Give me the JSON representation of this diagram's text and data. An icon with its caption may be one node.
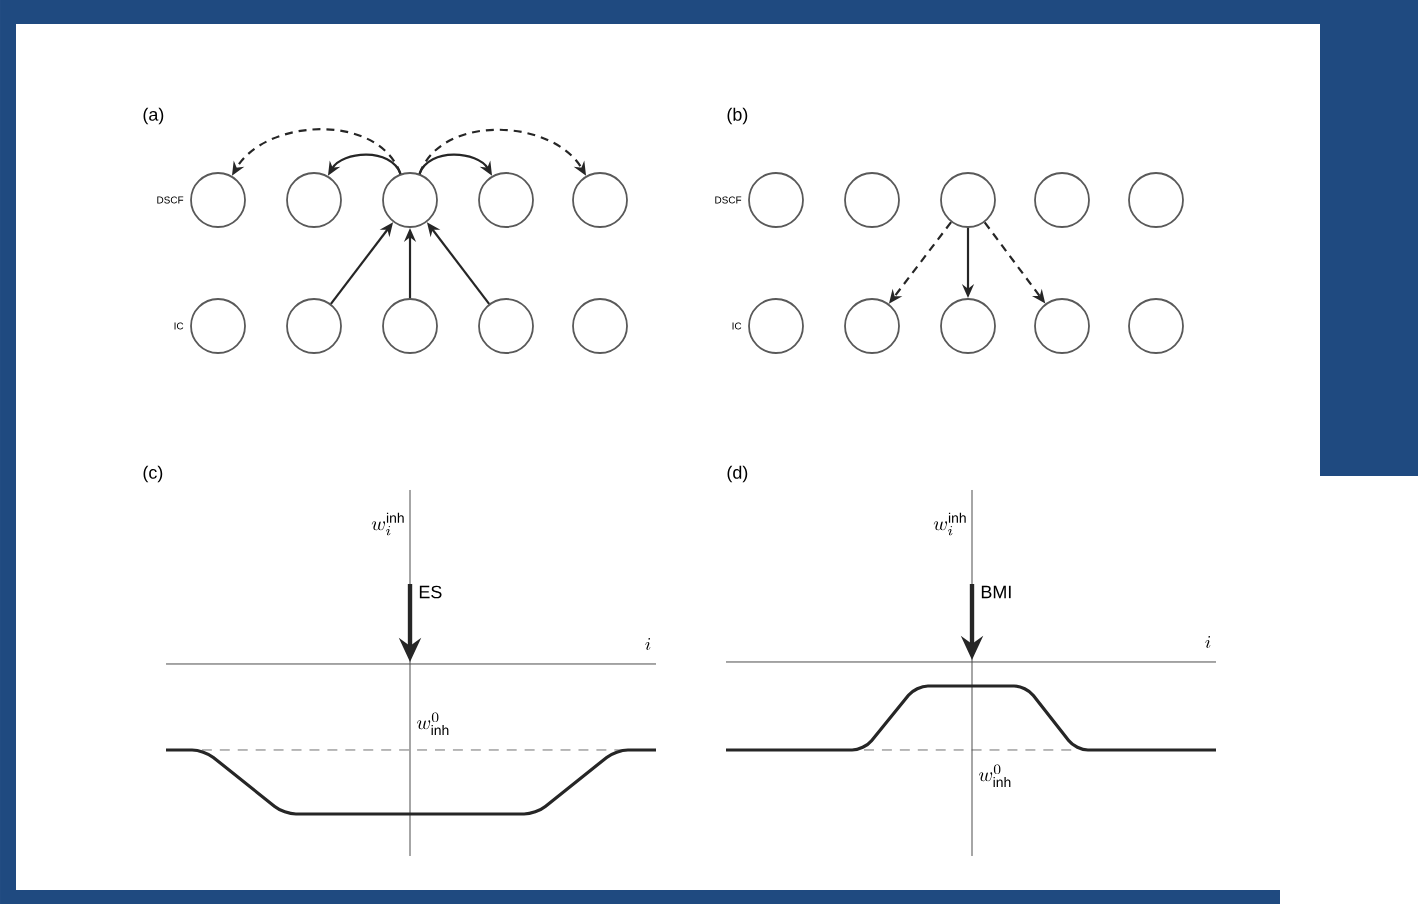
{
  "diagram": {
    "nodes": [
      {
        "text": [],
        "shape": "circle"
      },
      {
        "text": [],
        "shape": "circle"
      },
      {
        "text": [],
        "shape": "circle"
      },
      {
        "text": [],
        "shape": "circle"
      },
      {
        "text": [],
        "shape": "circle"
      },
      {
        "text": [],
        "shape": "circle"
      },
      {
        "text": [],
        "shape": "circle"
      },
      {
        "text": [],
        "shape": "circle"
      },
      {
        "text": [],
        "shape": "circle"
      },
      {
        "text": [],
        "shape": "circle"
      },
      {
        "text": [],
        "shape": "circle"
      },
      {
        "text": [],
        "shape": "circle"
      },
      {
        "text": [],
        "shape": "circle"
      },
      {
        "text": [],
        "shape": "circle"
      },
      {
        "text": [],
        "shape": "circle"
      },
      {
        "text": [],
        "shape": "circle"
      },
      {
        "text": [],
        "shape": "circle"
      },
      {
        "text": [],
        "shape": "circle"
      },
      {
        "text": [],
        "shape": "circle"
      },
      {
        "text": [],
        "shape": "circle"
      }
    ],
    "edges": [
      {
        "from": 2,
        "to": 0,
        "arrow": "to",
        "style": "dashed"
      },
      {
        "from": 2,
        "to": 1,
        "arrow": "to"
      },
      {
        "from": 2,
        "to": 3,
        "arrow": "to"
      },
      {
        "from": 2,
        "to": 4,
        "arrow": "to",
        "style": "dashed"
      },
      {
        "from": 11,
        "to": 2,
        "arrow": "to"
      },
      {
        "from": 12,
        "to": 2,
        "arrow": "to"
      },
      {
        "from": 13,
        "to": 2,
        "arrow": "to"
      },
      {
        "from": 7,
        "to": 16,
        "arrow": "to",
        "style": "dashed"
      },
      {
        "from": 7,
        "to": 17,
        "arrow": "to"
      },
      {
        "from": 7,
        "to": 18,
        "arrow": "to",
        "style": "dashed"
      }
    ],
    "labels": [
      "(a)",
      "(b)",
      "DSCF",
      "DSCF",
      "IC",
      "IC",
      "(c)",
      "(d)",
      "w_i^{\\mathrm{inh}}",
      "w_i^{\\mathrm{inh}}",
      "ES",
      "BMI",
      "i",
      "i",
      "w^0_{\\mathrm{inh}}",
      "w^0_{\\mathrm{inh}}"
    ]
  }
}
